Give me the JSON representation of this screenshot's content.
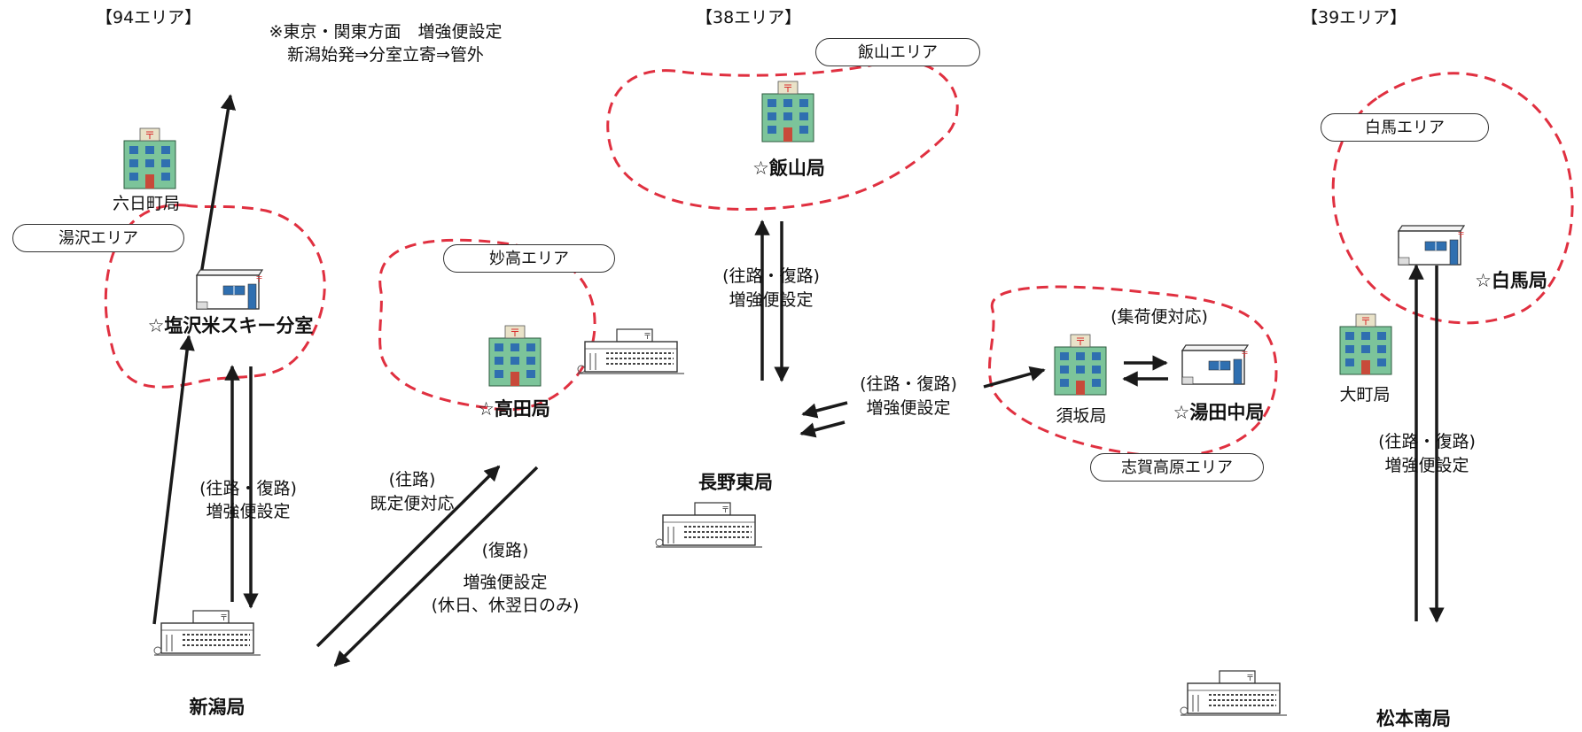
{
  "regions": {
    "r94": "【94エリア】",
    "r38": "【38エリア】",
    "r39": "【39エリア】"
  },
  "note": {
    "line1": "※東京・関東方面　増強便設定",
    "line2": "新潟始発⇒分室立寄⇒管外"
  },
  "areas": {
    "yuzawa": "湯沢エリア",
    "myoko": "妙高エリア",
    "iiyama": "飯山エリア",
    "shigakogen": "志賀高原エリア",
    "hakuba": "白馬エリア"
  },
  "offices": {
    "tokamachi": "六日町局",
    "shiozawa": "☆塩沢米スキー分室",
    "niigata": "新潟局",
    "takada": "☆高田局",
    "iiyama": "☆飯山局",
    "nagano_higashi": "長野東局",
    "suzaka": "須坂局",
    "yudanaka": "☆湯田中局",
    "omachi": "大町局",
    "hakuba": "☆白馬局",
    "matsumoto_minami": "松本南局"
  },
  "routes": {
    "niigata_shiozawa": {
      "l1": "(往路・復路)",
      "l2": "増強便設定"
    },
    "niigata_takada_out": {
      "l1": "(往路)",
      "l2": "既定便対応"
    },
    "niigata_takada_back": {
      "l1": "(復路)",
      "l2": "増強便設定",
      "l3": "(休日、休翌日のみ)"
    },
    "nagano_iiyama": {
      "l1": "(往路・復路)",
      "l2": "増強便設定"
    },
    "nagano_suzaka": {
      "l1": "(往路・復路)",
      "l2": "増強便設定"
    },
    "suzaka_yudanaka": "(集荷便対応)",
    "matsumoto_hakuba": {
      "l1": "(往路・復路)",
      "l2": "増強便設定"
    }
  },
  "colors": {
    "area_outline": "#e03040",
    "arrow": "#1a1a1a",
    "building_green": "#7cc49a",
    "building_window": "#2f6fb0",
    "postmark_red": "#d93030"
  }
}
